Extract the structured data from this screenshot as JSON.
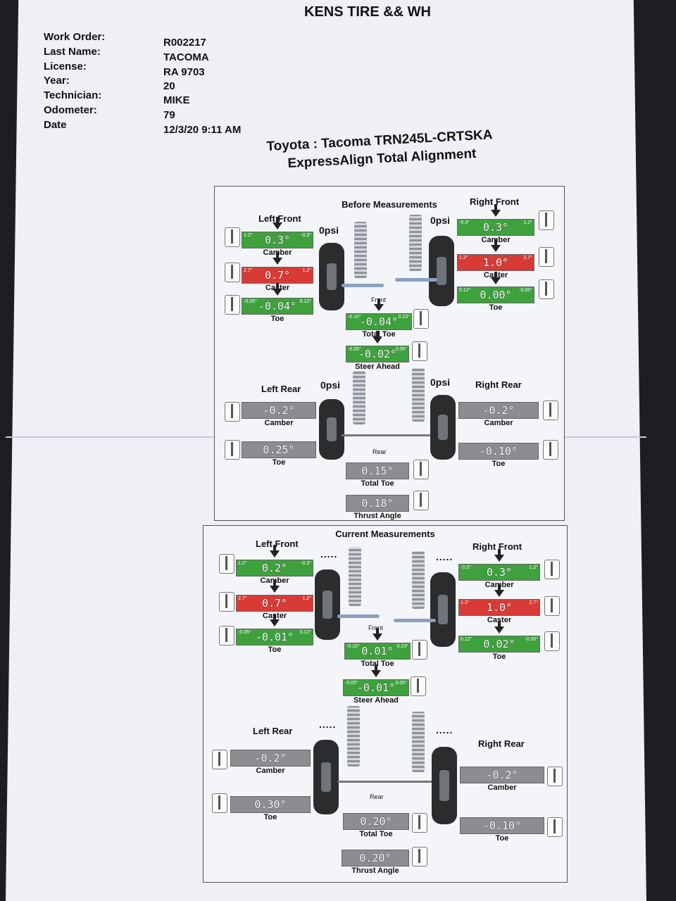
{
  "header": {
    "shop": "KENS TIRE && WH",
    "labels": {
      "work_order": "Work Order:",
      "last_name": "Last Name:",
      "license": "License:",
      "year": "Year:",
      "technician": "Technician:",
      "odometer": "Odometer:",
      "date": "Date"
    },
    "values": {
      "work_order": "R002217",
      "last_name": "TACOMA",
      "license": "RA 9703",
      "year": "20",
      "technician": "MIKE",
      "odometer": "79",
      "date": "12/3/20 9:11 AM"
    }
  },
  "vehicle": {
    "line1": "Toyota : Tacoma TRN245L-CRTSKA",
    "line2": "ExpressAlign Total Alignment"
  },
  "before": {
    "title": "Before Measurements",
    "left_front": {
      "label": "Left Front",
      "psi": "0psi",
      "camber": {
        "value": "0.3°",
        "lo": "1.2°",
        "hi": "-0.3°",
        "cap": "Camber",
        "status": "green"
      },
      "caster": {
        "value": "0.7°",
        "lo": "2.7°",
        "hi": "1.2°",
        "cap": "Caster",
        "status": "red"
      },
      "toe": {
        "value": "-0.04°",
        "lo": "-0.05°",
        "hi": "0.12°",
        "cap": "Toe",
        "status": "green"
      }
    },
    "right_front": {
      "label": "Right Front",
      "psi": "0psi",
      "camber": {
        "value": "0.3°",
        "lo": "-0.3°",
        "hi": "1.2°",
        "cap": "Camber",
        "status": "green"
      },
      "caster": {
        "value": "1.0°",
        "lo": "1.2°",
        "hi": "2.7°",
        "cap": "Caster",
        "status": "red"
      },
      "toe": {
        "value": "0.00°",
        "lo": "0.12°",
        "hi": "-0.05°",
        "cap": "Toe",
        "status": "green"
      }
    },
    "front": {
      "label": "Front",
      "total_toe": {
        "value": "-0.04°",
        "lo": "-0.10°",
        "hi": "0.23°",
        "cap": "Total Toe",
        "status": "green"
      },
      "steer_ahead": {
        "value": "-0.02°",
        "lo": "-0.05°",
        "hi": "0.05°",
        "cap": "Steer Ahead",
        "status": "green"
      }
    },
    "left_rear": {
      "label": "Left Rear",
      "psi": "0psi",
      "camber": {
        "value": "-0.2°",
        "cap": "Camber",
        "status": "grey"
      },
      "toe": {
        "value": "0.25°",
        "cap": "Toe",
        "status": "grey"
      }
    },
    "right_rear": {
      "label": "Right Rear",
      "psi": "0psi",
      "camber": {
        "value": "-0.2°",
        "cap": "Camber",
        "status": "grey"
      },
      "toe": {
        "value": "-0.10°",
        "cap": "Toe",
        "status": "grey"
      }
    },
    "rear": {
      "label": "Rear",
      "total_toe": {
        "value": "0.15°",
        "cap": "Total Toe",
        "status": "grey"
      },
      "thrust": {
        "value": "0.18°",
        "cap": "Thrust Angle",
        "status": "grey"
      }
    }
  },
  "current": {
    "title": "Current Measurements",
    "left_front": {
      "label": "Left Front",
      "psi": ".....",
      "camber": {
        "value": "0.2°",
        "lo": "1.2°",
        "hi": "-0.3°",
        "cap": "Camber",
        "status": "green"
      },
      "caster": {
        "value": "0.7°",
        "lo": "2.7°",
        "hi": "1.2°",
        "cap": "Caster",
        "status": "red"
      },
      "toe": {
        "value": "-0.01°",
        "lo": "-0.05°",
        "hi": "0.12°",
        "cap": "Toe",
        "status": "green"
      }
    },
    "right_front": {
      "label": "Right Front",
      "psi": ".....",
      "camber": {
        "value": "0.3°",
        "lo": "-0.3°",
        "hi": "1.2°",
        "cap": "Camber",
        "status": "green"
      },
      "caster": {
        "value": "1.0°",
        "lo": "1.2°",
        "hi": "2.7°",
        "cap": "Caster",
        "status": "red"
      },
      "toe": {
        "value": "0.02°",
        "lo": "0.12°",
        "hi": "-0.05°",
        "cap": "Toe",
        "status": "green"
      }
    },
    "front": {
      "label": "Front",
      "total_toe": {
        "value": "0.01°",
        "lo": "-0.10°",
        "hi": "0.23°",
        "cap": "Total Toe",
        "status": "green"
      },
      "steer_ahead": {
        "value": "-0.01°",
        "lo": "-0.05°",
        "hi": "0.05°",
        "cap": "Steer Ahead",
        "status": "green"
      }
    },
    "left_rear": {
      "label": "Left Rear",
      "psi": ".....",
      "camber": {
        "value": "-0.2°",
        "cap": "Camber",
        "status": "grey"
      },
      "toe": {
        "value": "0.30°",
        "cap": "Toe",
        "status": "grey"
      }
    },
    "right_rear": {
      "label": "Right Rear",
      "psi": ".....",
      "camber": {
        "value": "-0.2°",
        "cap": "Camber",
        "status": "grey"
      },
      "toe": {
        "value": "-0.10°",
        "cap": "Toe",
        "status": "grey"
      }
    },
    "rear": {
      "label": "Rear",
      "total_toe": {
        "value": "0.20°",
        "cap": "Total Toe",
        "status": "grey"
      },
      "thrust": {
        "value": "0.20°",
        "cap": "Thrust Angle",
        "status": "grey"
      }
    }
  }
}
